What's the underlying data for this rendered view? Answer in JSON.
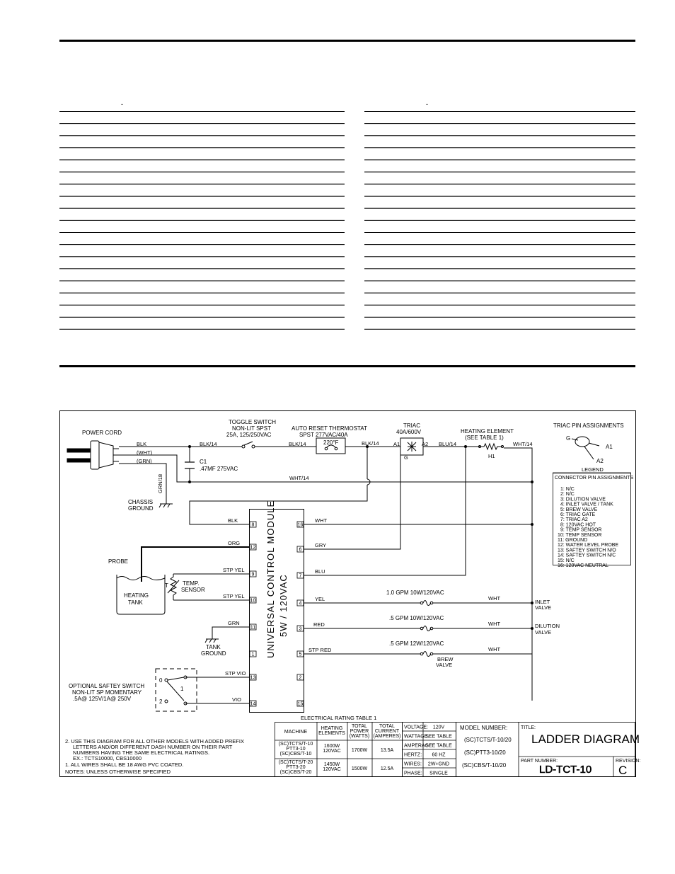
{
  "form": {
    "left_dash": "-",
    "right_dash": "-",
    "left_row_count": 19,
    "right_row_count": 19
  },
  "diagram": {
    "labels": {
      "power_cord": "POWER CORD",
      "blk": "BLK",
      "wht": "(WHT)",
      "grn": "(GRN)",
      "c1": "C1",
      "c1_val": ".47MF 275VAC",
      "grn18": "GRN/18",
      "chassis": "CHASSIS",
      "ground": "GROUND",
      "toggle_1": "TOGGLE SWITCH",
      "toggle_2": "NON-LIT SPST",
      "toggle_3": "25A, 125/250VAC",
      "blk14_a": "BLK/14",
      "blk14_b": "BLK/14",
      "blk14_c": "BLK/14",
      "thermo_1": "AUTO RESET THERMOSTAT",
      "thermo_2": "SPST 277VAC/40A",
      "thermo_temp": "220°F",
      "triac_1": "TRIAC",
      "triac_2": "40A/600V",
      "a1": "A1",
      "a2": "A2",
      "g": "G",
      "blu14": "BLU/14",
      "heat_1": "HEATING ELEMENT",
      "heat_2": "(SEE TABLE 1)",
      "h1": "H1",
      "wht14_a": "WHT/14",
      "wht14_b": "WHT/14",
      "triac_pin": "TRIAC PIN ASSIGNMENTS",
      "pin_g": "G",
      "pin_a1": "A1",
      "pin_a2": "A2",
      "org": "ORG",
      "probe": "PROBE",
      "heating": "HEATING",
      "tank": "TANK",
      "t": "T",
      "temp": "TEMP.",
      "sensor": "SENSOR",
      "stp_yel_1": "STP YEL",
      "stp_yel_2": "STP YEL",
      "grn_w": "GRN",
      "tank_gnd_1": "TANK",
      "tank_gnd_2": "GROUND",
      "stp_vio": "STP VIO",
      "vio": "VIO",
      "opt_1": "OPTIONAL SAFTEY SWITCH",
      "opt_2": "NON-LIT SP MOMENTARY",
      "opt_3": ".5A@ 125V/1A@ 250V",
      "sw0": "0",
      "sw1": "1",
      "sw2": "2",
      "module_1": "UNIVERSAL CONTROL MODULE",
      "module_2": "5W / 120VAC",
      "wht_r": "WHT",
      "gry": "GRY",
      "blu": "BLU",
      "yel": "YEL",
      "red": "RED",
      "stp_red": "STP RED",
      "inlet_rate": "1.0 GPM 10W/120VAC",
      "dil_rate": ".5 GPM 10W/120VAC",
      "brew_rate": ".5 GPM 12W/120VAC",
      "wht_1": "WHT",
      "wht_2": "WHT",
      "wht_3": "WHT",
      "inlet_1": "INLET",
      "inlet_2": "VALVE",
      "dil_1": "DILUTION",
      "dil_2": "VALVE",
      "brew_1": "BREW",
      "brew_2": "VALVE",
      "legend_title": "LEGEND",
      "conn_title": "CONNECTOR PIN ASSIGNMENTS"
    },
    "left_pins": [
      "8",
      "12",
      "9",
      "10",
      "11",
      "1",
      "13",
      "14"
    ],
    "right_pins": [
      "16",
      "6",
      "7",
      "4",
      "3",
      "5",
      "2",
      "15"
    ],
    "legend": [
      "1: N/C",
      "2: N/C",
      "3: DILUTION VALVE",
      "4: INLET VALVE / TANK",
      "5: BREW VALVE",
      "6: TRIAC GATE",
      "7: TRIAC A2",
      "8: 120VAC HOT",
      "9: TEMP SENSOR",
      "10: TEMP SENSOR",
      "11: GROUND",
      "12: WATER LEVEL PROBE",
      "13: SAFTEY SWITCH N/O",
      "14: SAFTEY SWITCH N/C",
      "15: N/C",
      "16: 120VAC NEUTRAL"
    ]
  },
  "notes": {
    "n2_1": "2. USE THIS DIAGRAM FOR ALL OTHER MODELS WITH ADDED PREFIX",
    "n2_2": "LETTERS AND/OR DIFFERENT DASH NUMBER ON THEIR PART",
    "n2_3": "NUMBERS HAVING THE SAME ELECTRICAL RATINGS.",
    "n2_4": "EX.: TCTS10000, CBS10000",
    "n1": "1. ALL WIRES SHALL BE 18 AWG PVC COATED.",
    "n0": "NOTES: UNLESS OTHERWISE SPECIFIED"
  },
  "rating_table": {
    "title": "ELECTRICAL RATING TABLE 1",
    "headers": [
      [
        "MACHINE"
      ],
      [
        "HEATING",
        "ELEMENTS"
      ],
      [
        "TOTAL",
        "POWER",
        "(WATTS)"
      ],
      [
        "TOTAL",
        "CURRENT",
        "(AMPERES)"
      ]
    ],
    "rows": [
      {
        "machine": [
          "(SC)TCTS/T-10",
          "PTT3-10",
          "(SC)CBS/T-10"
        ],
        "elements": [
          "1600W",
          "120VAC"
        ],
        "power": "1700W",
        "current": "13.5A"
      },
      {
        "machine": [
          "(SC)TCTS/T-20",
          "PTT3-20",
          "(SC)CBS/T-20"
        ],
        "elements": [
          "1450W",
          "120VAC"
        ],
        "power": "1500W",
        "current": "12.5A"
      }
    ],
    "specs": [
      {
        "label": "VOLTAGE:",
        "value": "120V"
      },
      {
        "label": "WATTAGE:",
        "value": "SEE TABLE"
      },
      {
        "label": "AMPERAGE:",
        "value": "SEE TABLE"
      },
      {
        "label": "HERTZ:",
        "value": "60 HZ"
      },
      {
        "label": "WIRES:",
        "value": "2W+GND"
      },
      {
        "label": "PHASE:",
        "value": "SINGLE"
      }
    ]
  },
  "title_block": {
    "model_label": "MODEL NUMBER:",
    "models": [
      "(SC)TCTS/T-10/20",
      "(SC)PTT3-10/20",
      "(SC)CBS/T-10/20"
    ],
    "title_label": "TITLE:",
    "title": "LADDER DIAGRAM",
    "part_label": "PART NUMBER:",
    "part_number": "LD-TCT-10",
    "revision_label": "REVISION:",
    "revision": "C"
  }
}
